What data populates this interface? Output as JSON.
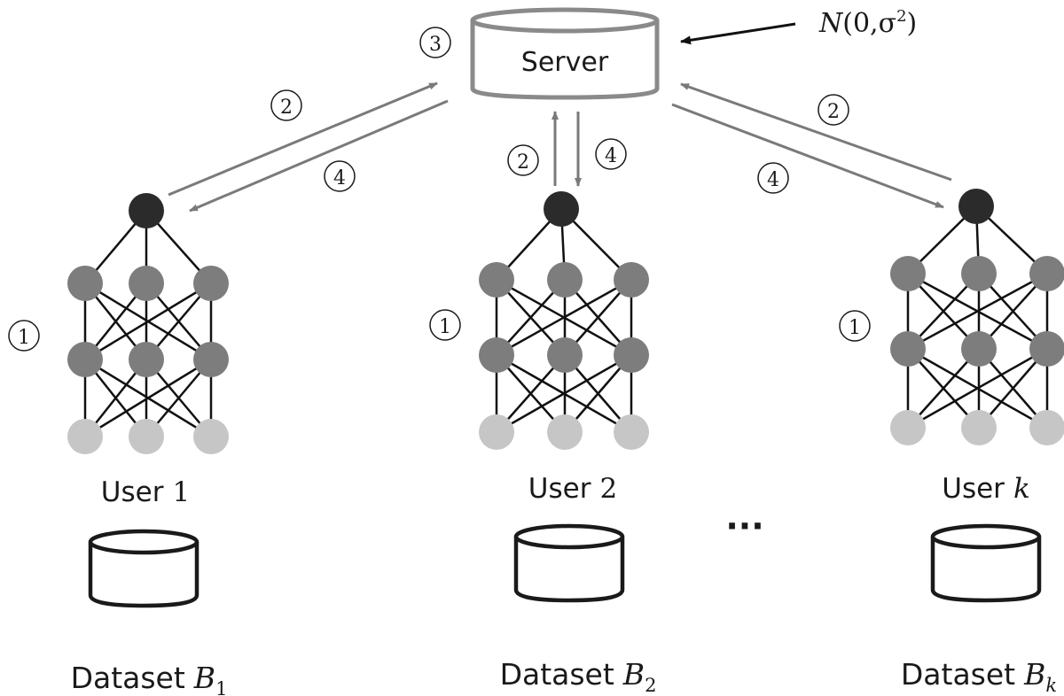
{
  "server": {
    "label": "Server"
  },
  "noise": {
    "name": "N",
    "args": "(0,σ",
    "power": "2",
    "close": ")"
  },
  "steps": {
    "one": "1",
    "two": "2",
    "three": "3",
    "four": "4"
  },
  "users": [
    {
      "word": "User",
      "id": "1",
      "dataset_word": "Dataset",
      "dataset_var": "B",
      "dataset_sub": "1"
    },
    {
      "word": "User",
      "id": "2",
      "dataset_word": "Dataset",
      "dataset_var": "B",
      "dataset_sub": "2"
    },
    {
      "word": "User",
      "id": "k",
      "dataset_word": "Dataset",
      "dataset_var": "B",
      "dataset_sub": "k"
    }
  ],
  "ellipsis": "···",
  "colors": {
    "output_node": "#2b2b2b",
    "hidden_node": "#7d7d7d",
    "input_node": "#c6c6c6",
    "edge": "#111111",
    "arrow": "#7a7a7a",
    "server_stroke": "#8a8a8a",
    "dataset_stroke": "#1a1a1a"
  }
}
